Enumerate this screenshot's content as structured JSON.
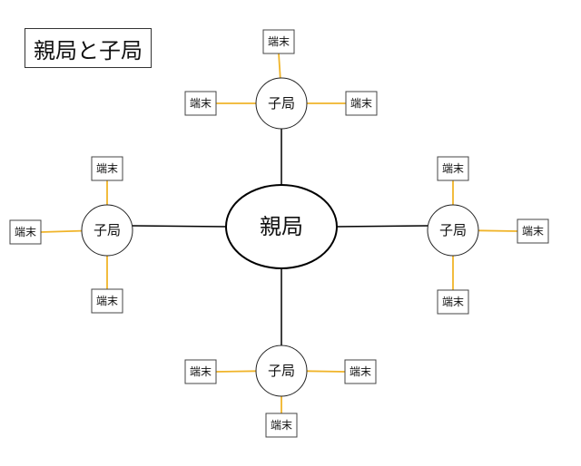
{
  "title": "親局と子局",
  "parent": {
    "label": "親局"
  },
  "children": [
    {
      "id": "top",
      "label": "子局",
      "terminals": [
        "端末",
        "端末",
        "端末"
      ]
    },
    {
      "id": "left",
      "label": "子局",
      "terminals": [
        "端末",
        "端末",
        "端末"
      ]
    },
    {
      "id": "right",
      "label": "子局",
      "terminals": [
        "端末",
        "端末",
        "端末"
      ]
    },
    {
      "id": "bottom",
      "label": "子局",
      "terminals": [
        "端末",
        "端末",
        "端末"
      ]
    }
  ],
  "colors": {
    "trunk_line": "#000000",
    "branch_line": "#f0b429",
    "outline": "#222222"
  }
}
